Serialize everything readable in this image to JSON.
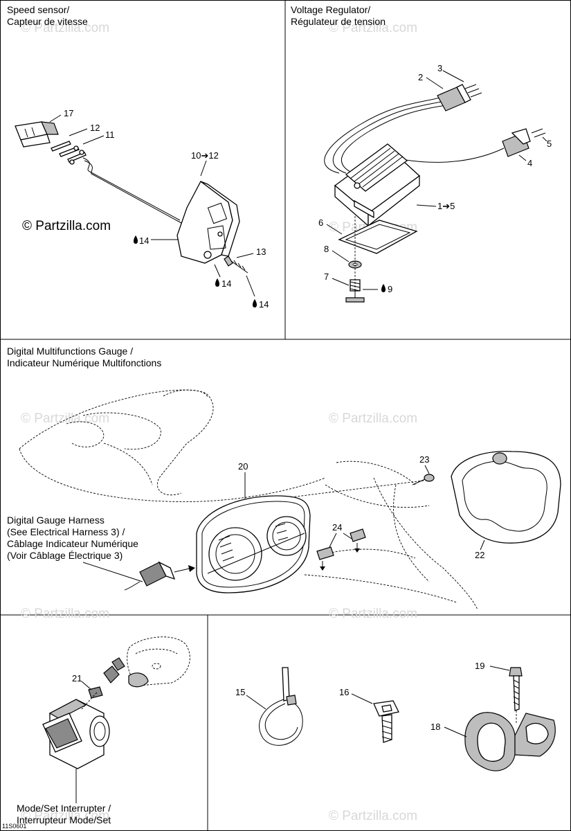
{
  "panels": {
    "speed_sensor": {
      "title_en": "Speed sensor/",
      "title_fr": "Capteur de vitesse",
      "callouts": {
        "c17": "17",
        "c12": "12",
        "c11": "11",
        "c10": "10➔12",
        "c14a": "14",
        "c13": "13",
        "c14b": "14",
        "c14c": "14"
      },
      "watermark": "© Partzilla.com"
    },
    "voltage_regulator": {
      "title_en": "Voltage Regulator/",
      "title_fr": "Régulateur de tension",
      "callouts": {
        "c3": "3",
        "c2": "2",
        "c5": "5",
        "c4": "4",
        "c1": "1➔5",
        "c6": "6",
        "c8": "8",
        "c7": "7",
        "c9": "9"
      }
    },
    "gauge": {
      "title_en": "Digital Multifunctions Gauge /",
      "title_fr": "Indicateur Numérique Multifonctions",
      "harness_lines": [
        "Digital Gauge Harness",
        "(See Electrical Harness 3) /",
        "Câblage Indicateur Numérique",
        "(Voir Câblage Électrique 3)"
      ],
      "callouts": {
        "c20": "20",
        "c23": "23",
        "c24": "24",
        "c22": "22"
      }
    },
    "mode_set": {
      "title_en": "Mode/Set Interrupter /",
      "title_fr": "Interrupteur Mode/Set",
      "callouts": {
        "c21": "21"
      }
    },
    "fasteners": {
      "callouts": {
        "c15": "15",
        "c16": "16",
        "c19": "19",
        "c18": "18"
      }
    }
  },
  "footer_code": "11S0601",
  "faded_watermark": "© Partzilla.com",
  "colors": {
    "line": "#000000",
    "watermark_faded": "#d8d8d8",
    "fill_gray": "#bdbdbd"
  }
}
